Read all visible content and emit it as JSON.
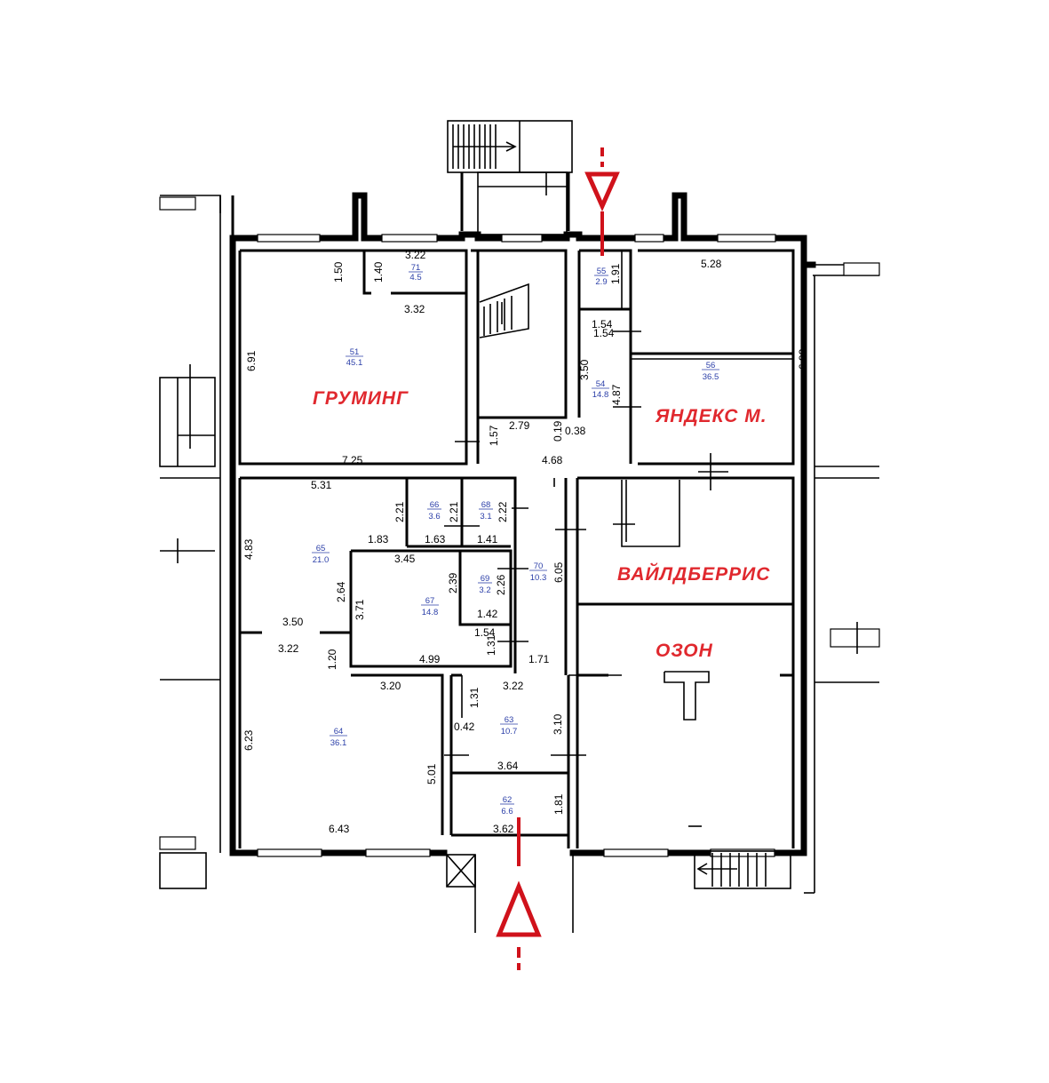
{
  "tenants": {
    "grooming": "ГРУМИНГ",
    "yandex": "ЯНДЕКС М.",
    "wildberries": "ВАЙЛДБЕРРИС",
    "ozon": "ОЗОН"
  },
  "rooms": [
    {
      "num": "71",
      "area": "4.5"
    },
    {
      "num": "51",
      "area": "45.1"
    },
    {
      "num": "55",
      "area": "2.9"
    },
    {
      "num": "54",
      "area": "14.8"
    },
    {
      "num": "56",
      "area": "36.5"
    },
    {
      "num": "65",
      "area": "21.0"
    },
    {
      "num": "66",
      "area": "3.6"
    },
    {
      "num": "68",
      "area": "3.1"
    },
    {
      "num": "67",
      "area": "14.8"
    },
    {
      "num": "69",
      "area": "3.2"
    },
    {
      "num": "70",
      "area": "10.3"
    },
    {
      "num": "64",
      "area": "36.1"
    },
    {
      "num": "63",
      "area": "10.7"
    },
    {
      "num": "62",
      "area": "6.6"
    }
  ],
  "dimensions": [
    "3.22",
    "1.50",
    "1.40",
    "3.32",
    "6.91",
    "7.25",
    "1.57",
    "2.79",
    "0.19",
    "0.38",
    "4.68",
    "3.50",
    "4.87",
    "1.54",
    "1.54",
    "1.91",
    "5.28",
    "6.92",
    "5.31",
    "2.21",
    "2.21",
    "2.22",
    "1.83",
    "1.63",
    "1.41",
    "4.83",
    "3.45",
    "2.64",
    "3.71",
    "2.39",
    "2.26",
    "6.05",
    "1.42",
    "1.54",
    "1.31",
    "4.99",
    "1.71",
    "3.50",
    "3.22",
    "1.20",
    "3.20",
    "3.22",
    "1.31",
    "0.42",
    "3.10",
    "6.23",
    "5.01",
    "3.64",
    "1.81",
    "6.43",
    "3.62"
  ]
}
